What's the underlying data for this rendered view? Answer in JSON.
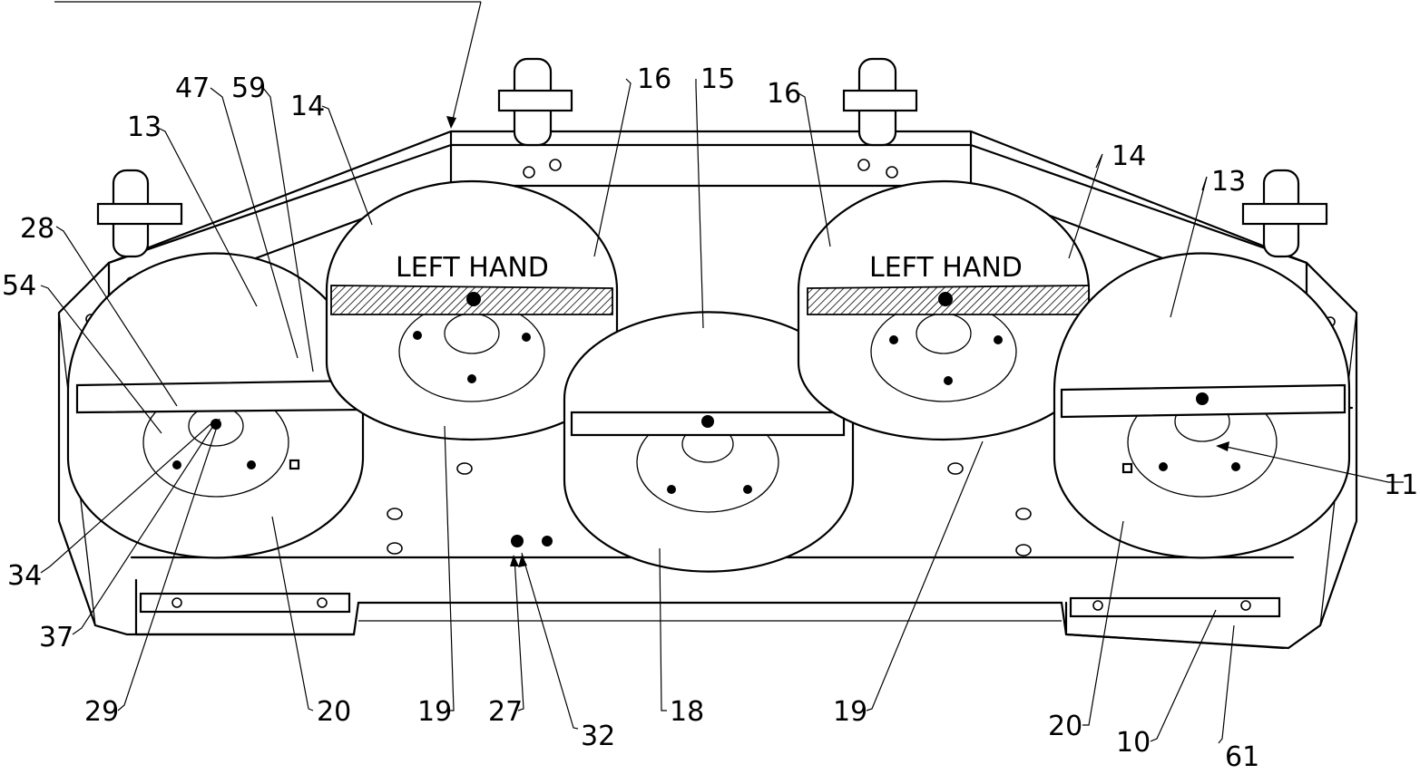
{
  "callouts": [
    {
      "id": "c-47",
      "text": "47"
    },
    {
      "id": "c-59",
      "text": "59"
    },
    {
      "id": "c-14a",
      "text": "14"
    },
    {
      "id": "c-13a",
      "text": "13"
    },
    {
      "id": "c-28",
      "text": "28"
    },
    {
      "id": "c-54",
      "text": "54"
    },
    {
      "id": "c-16a",
      "text": "16"
    },
    {
      "id": "c-15",
      "text": "15"
    },
    {
      "id": "c-16b",
      "text": "16"
    },
    {
      "id": "c-14b",
      "text": "14"
    },
    {
      "id": "c-13b",
      "text": "13"
    },
    {
      "id": "c-11",
      "text": "11"
    },
    {
      "id": "c-34",
      "text": "34"
    },
    {
      "id": "c-37",
      "text": "37"
    },
    {
      "id": "c-29",
      "text": "29"
    },
    {
      "id": "c-20a",
      "text": "20"
    },
    {
      "id": "c-19a",
      "text": "19"
    },
    {
      "id": "c-27",
      "text": "27"
    },
    {
      "id": "c-32",
      "text": "32"
    },
    {
      "id": "c-18",
      "text": "18"
    },
    {
      "id": "c-19b",
      "text": "19"
    },
    {
      "id": "c-20b",
      "text": "20"
    },
    {
      "id": "c-10",
      "text": "10"
    },
    {
      "id": "c-61",
      "text": "61"
    }
  ],
  "panel_labels": {
    "left": "LEFT HAND",
    "right": "LEFT HAND"
  }
}
